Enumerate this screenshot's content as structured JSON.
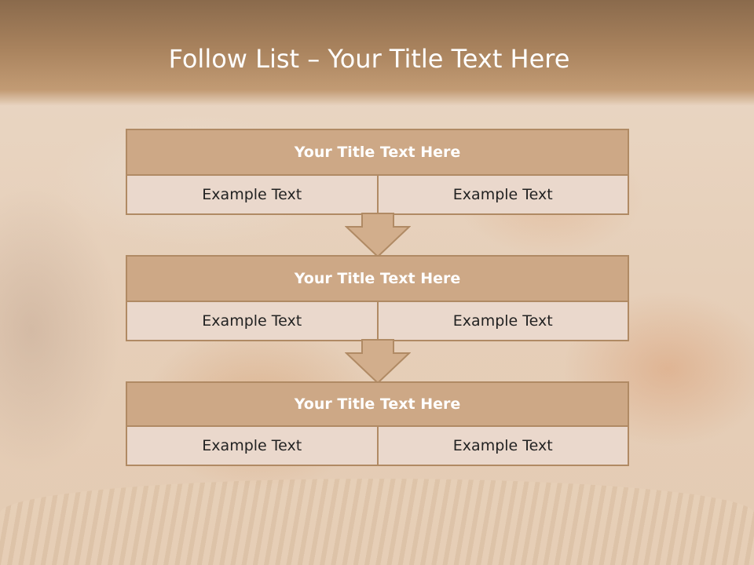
{
  "slide": {
    "title_bold": "Follow List",
    "title_sep": "–",
    "title_rest": "Your Title Text Here"
  },
  "steps": [
    {
      "title": "Your Title Text Here",
      "left": "Example Text",
      "right": "Example Text"
    },
    {
      "title": "Your Title Text Here",
      "left": "Example Text",
      "right": "Example Text"
    },
    {
      "title": "Your Title Text Here",
      "left": "Example Text",
      "right": "Example Text"
    }
  ],
  "colors": {
    "header": "#a8825d",
    "box_header": "#cda886",
    "box_cell": "#ead8cc",
    "border": "#b08a64",
    "arrow": "#d2ae8c"
  }
}
